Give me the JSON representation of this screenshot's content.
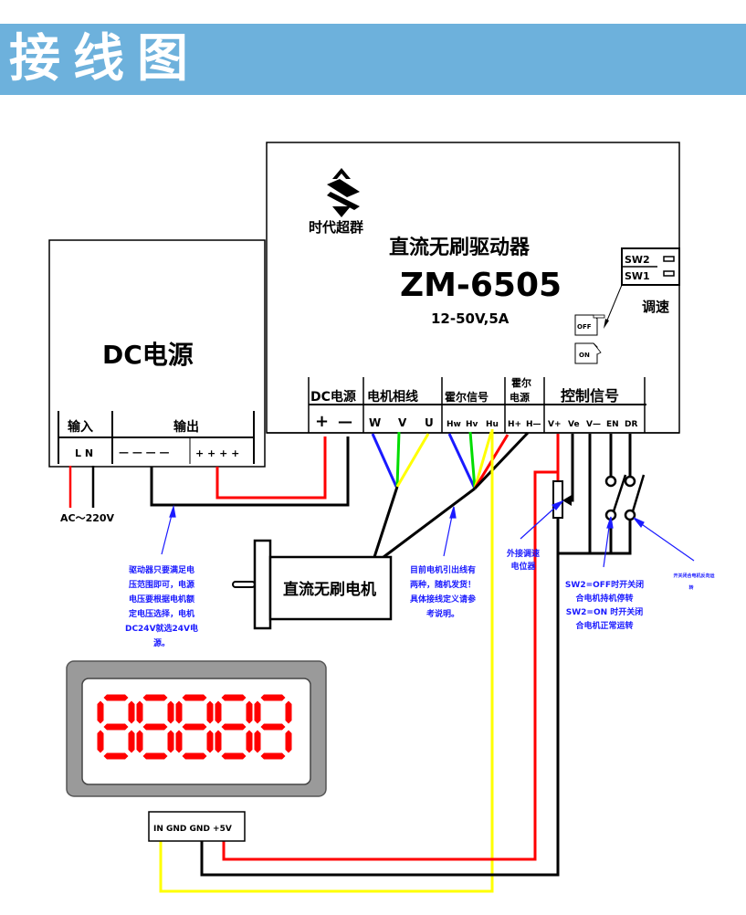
{
  "header": {
    "title": "接线图",
    "background_color": "#6db1dc"
  },
  "driver": {
    "brand": "时代超群",
    "name": "直流无刷驱动器",
    "model": "ZM-6505",
    "rating": "12-50V,5A",
    "dip_switch": {
      "sw2": "SW2",
      "sw1": "SW1",
      "label": "调速",
      "off_label": "OFF",
      "on_label": "ON"
    },
    "terminal_groups": [
      {
        "label": "DC电源",
        "pins": [
          "+",
          "—"
        ]
      },
      {
        "label": "电机相线",
        "pins": [
          "W",
          "V",
          "U"
        ]
      },
      {
        "label": "霍尔信号",
        "pins": [
          "Hw",
          "Hv",
          "Hu"
        ]
      },
      {
        "label_line1": "霍尔",
        "label_line2": "电源",
        "pins": [
          "H+",
          "H—"
        ]
      },
      {
        "label": "控制信号",
        "pins": [
          "V+",
          "Ve",
          "V—",
          "EN",
          "DR"
        ]
      }
    ]
  },
  "power_supply": {
    "title": "DC电源",
    "input_label": "输入",
    "input_pins": "L N",
    "output_label": "输出",
    "output_minus": "— — — —",
    "output_plus": "+ + + +",
    "ac_label": "AC～220V"
  },
  "motor": {
    "label": "直流无刷电机"
  },
  "display": {
    "digits": "88888",
    "terminal": "IN GND GND +5V"
  },
  "notes": {
    "power_note": [
      "驱动器只要满足电",
      "压范围即可，电源",
      "电压要根据电机额",
      "定电压选择，电机",
      "DC24V就选24V电",
      "源。"
    ],
    "motor_note": [
      "目前电机引出线有",
      "两种，随机发货！",
      "具体接线定义请参",
      "考说明。"
    ],
    "pot_note": [
      "外接调速",
      "电位器"
    ],
    "sw_note": [
      "SW2=OFF时开关闭",
      "合电机持机停转",
      "SW2=ON 时开关闭",
      "合电机正常运转"
    ],
    "dir_note": [
      "开关闭合电机反向运",
      "转"
    ]
  },
  "wire_colors": {
    "red": "#ff0000",
    "black": "#000000",
    "blue": "#1a1aff",
    "green": "#00dd00",
    "yellow": "#ffff00",
    "note_blue": "#1a1aff",
    "digit_red": "#ff0000"
  }
}
